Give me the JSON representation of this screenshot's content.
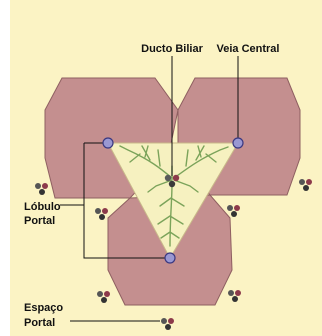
{
  "labels": {
    "ducto_biliar": "Ducto Biliar",
    "veia_central": "Veia Central",
    "lobulo_portal_line1": "Lóbulo",
    "lobulo_portal_line2": "Portal",
    "espaco_portal_line1": "Espaço",
    "espaco_portal_line2": "Portal"
  },
  "colors": {
    "background": "#fbf3c4",
    "lobule_fill": "#c48f8f",
    "lobule_stroke": "#8e5f61",
    "triangle_fill": "#f6f1c0",
    "branch": "#7ba35a",
    "central_vein_fill": "#9a98d2",
    "central_vein_stroke": "#3a3880",
    "line": "#111111"
  }
}
